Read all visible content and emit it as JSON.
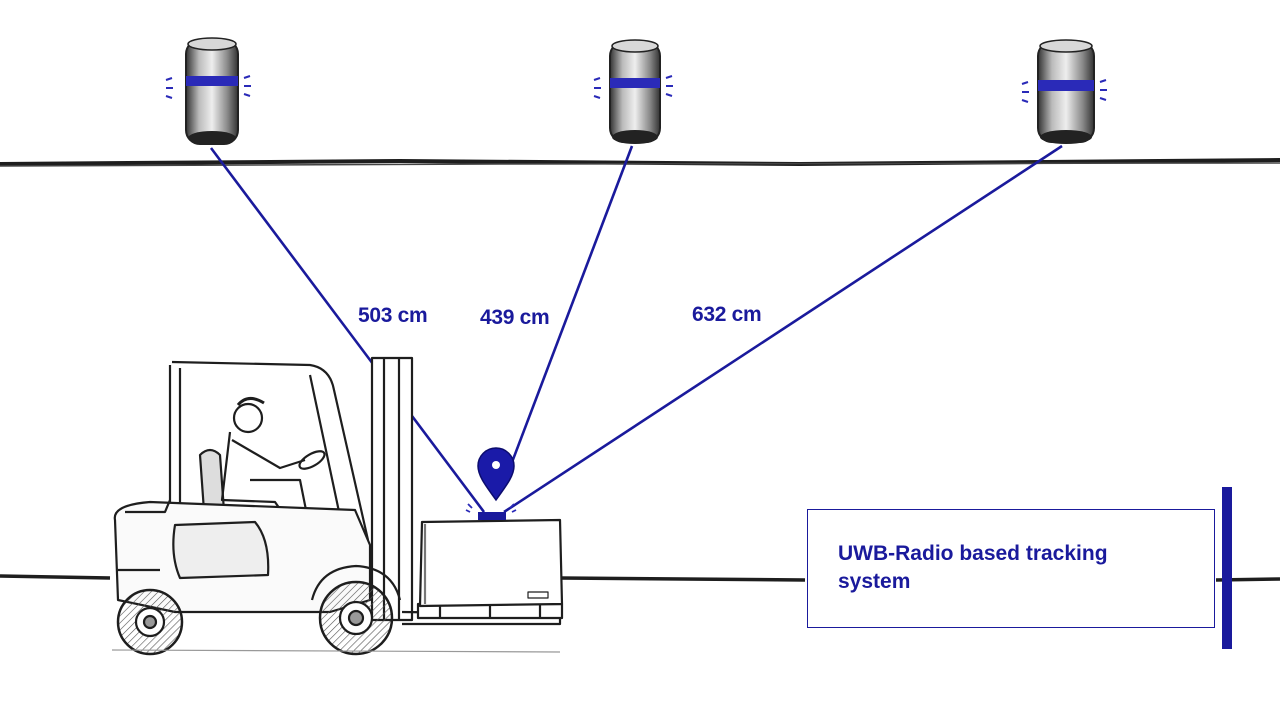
{
  "distances": {
    "anchor_left": "503 cm",
    "anchor_middle": "439 cm",
    "anchor_right": "632 cm"
  },
  "caption": {
    "text": "UWB-Radio based tracking system"
  },
  "colors": {
    "accent": "#1a1a9c",
    "ink": "#222222",
    "background": "#ffffff"
  },
  "icons": {
    "anchors": "uwb-anchor-icon",
    "tag": "location-pin-icon",
    "vehicle": "forklift-icon"
  }
}
